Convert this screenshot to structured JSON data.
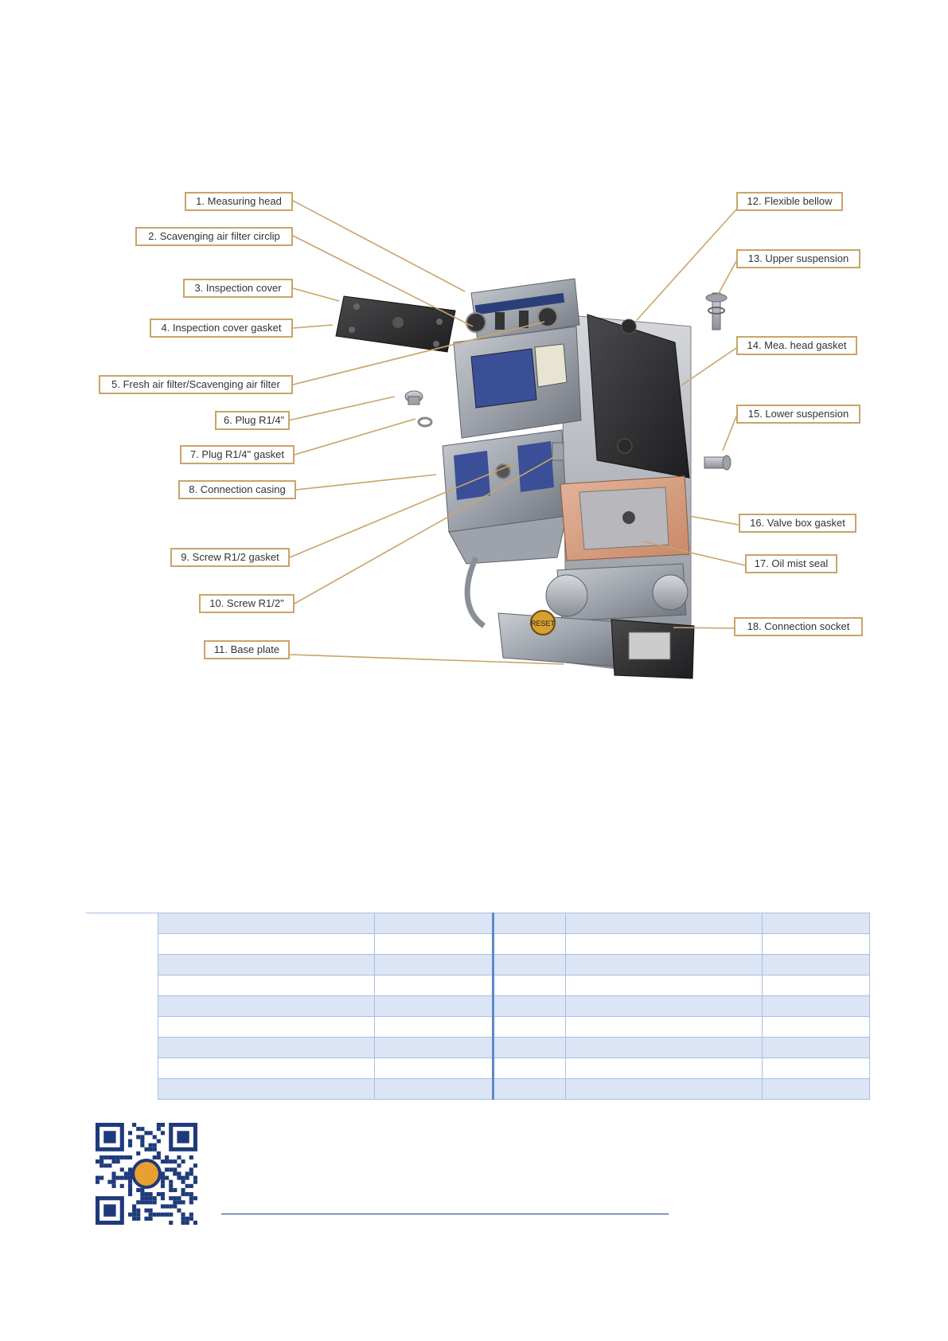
{
  "diagram": {
    "photo_description": "Exploded view of oil mist detector assembly",
    "labels": [
      {
        "id": 1,
        "text": "1. Measuring head"
      },
      {
        "id": 2,
        "text": "2. Scavenging air filter circlip"
      },
      {
        "id": 3,
        "text": "3. Inspection cover"
      },
      {
        "id": 4,
        "text": "4. Inspection cover gasket"
      },
      {
        "id": 5,
        "text": "5. Fresh air filter/Scavenging air filter"
      },
      {
        "id": 6,
        "text": "6. Plug R1/4\""
      },
      {
        "id": 7,
        "text": "7. Plug R1/4\" gasket"
      },
      {
        "id": 8,
        "text": "8. Connection casing"
      },
      {
        "id": 9,
        "text": "9. Screw R1/2 gasket"
      },
      {
        "id": 10,
        "text": "10. Screw R1/2\""
      },
      {
        "id": 11,
        "text": "11. Base plate"
      },
      {
        "id": 12,
        "text": "12. Flexible bellow"
      },
      {
        "id": 13,
        "text": "13. Upper suspension"
      },
      {
        "id": 14,
        "text": "14. Mea. head gasket"
      },
      {
        "id": 15,
        "text": "15. Lower suspension"
      },
      {
        "id": 16,
        "text": "16. Valve box gasket"
      },
      {
        "id": 17,
        "text": "17. Oil mist seal"
      },
      {
        "id": 18,
        "text": "18. Connection socket"
      }
    ],
    "device_text": {
      "reset": "RESET"
    }
  },
  "colors": {
    "label_border": "#c9a46a",
    "leader_line": "#c9a46a",
    "table_odd_row": "#dbe5f5",
    "table_border": "#a9bfe0",
    "table_separator": "#5a8ac8",
    "footer_line": "#1f3a7a",
    "qr_color": "#1f3a7a",
    "logo_orange": "#e8a030"
  },
  "table": {
    "rows": 9,
    "columns": 5,
    "cells": []
  }
}
